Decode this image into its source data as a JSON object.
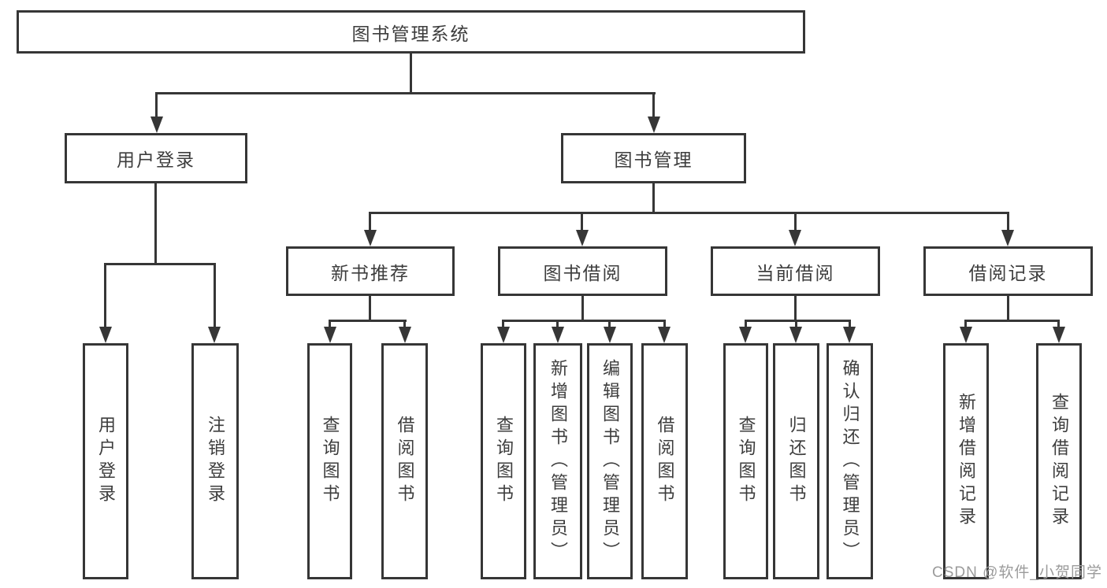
{
  "diagram": {
    "title": "图书管理系统",
    "root": {
      "label": "图书管理系统"
    },
    "level2": {
      "user_login": {
        "label": "用户登录"
      },
      "book_management": {
        "label": "图书管理"
      }
    },
    "level3": {
      "new_book_recommend": {
        "label": "新书推荐"
      },
      "book_borrow": {
        "label": "图书借阅"
      },
      "current_borrow": {
        "label": "当前借阅"
      },
      "borrow_records": {
        "label": "借阅记录"
      }
    },
    "leaves": {
      "user_login": "用户登录",
      "logout": "注销登录",
      "query_book_a": "查询图书",
      "borrow_book_a": "借阅图书",
      "query_book_b": "查询图书",
      "add_book": "新增图书（管理员）",
      "edit_book": "编辑图书（管理员）",
      "borrow_book_b": "借阅图书",
      "query_book_c": "查询图书",
      "return_book": "归还图书",
      "confirm_return": "确认归还（管理员）",
      "add_borrow_record": "新增借阅记录",
      "query_borrow_record": "查询借阅记录"
    },
    "watermark": "CSDN @软件_小贺同学",
    "colors": {
      "line": "#363636",
      "text": "#3d3d3d",
      "watermark": "#9b9b9b",
      "background": "#ffffff"
    }
  }
}
